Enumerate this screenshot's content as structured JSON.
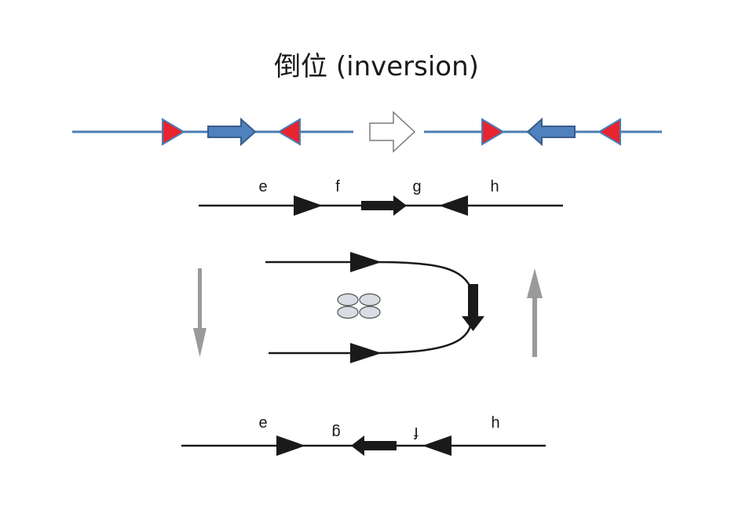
{
  "title": "倒位 (inversion)",
  "colors": {
    "line_blue": "#4a7eb6",
    "gene_blue": "#4f81bd",
    "gene_blue_dark": "#385d8a",
    "site_red": "#e8242f",
    "black": "#1a1a1a",
    "gray_arrow": "#9a9a9a",
    "oval_fill": "#d9dde3",
    "oval_stroke": "#555555"
  },
  "top_row": {
    "transition_icon": "hollow-right-arrow"
  },
  "before": {
    "labels": [
      "e",
      "f",
      "g",
      "h"
    ]
  },
  "after": {
    "labels": [
      "e",
      "g",
      "f",
      "h"
    ]
  }
}
